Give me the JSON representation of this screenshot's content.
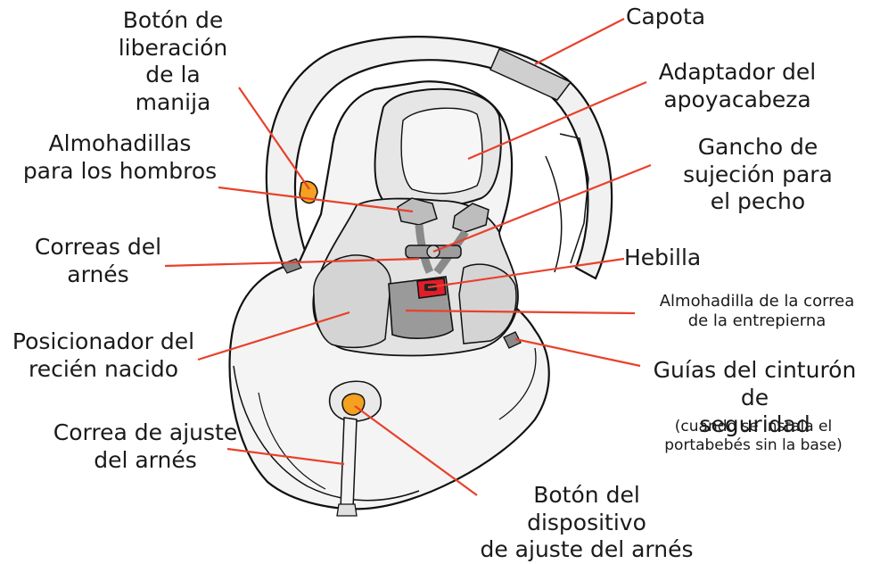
{
  "colors": {
    "leader": "#e8412c",
    "outline": "#111111",
    "fill_light": "#f3f3f3",
    "fill_mid": "#e2e2e2",
    "fill_dark": "#bdbdbd",
    "orange": "#f4a020",
    "buckle_red": "#e01e2a"
  },
  "labels": {
    "release_button": "Botón de\nliberación de la\nmanija",
    "canopy": "Capota",
    "head_adapter": "Adaptador del\napoyacabeza",
    "shoulder_pads": "Almohadillas\npara los hombros",
    "chest_clip": "Gancho de\nsujeción para\nel pecho",
    "harness_straps": "Correas del\narnés",
    "buckle": "Hebilla",
    "crotch_pad": "Almohadilla de la correa\nde la entrepierna",
    "newborn_positioner": "Posicionador del\nrecién nacido",
    "belt_guides": "Guías del cinturón de\nseguridad",
    "belt_guides_note": "(cuando se instala el\nportabebés sin la base)",
    "adjust_strap": "Correa de ajuste\ndel arnés",
    "adjuster_button": "Botón del dispositivo\nde ajuste del arnés"
  }
}
